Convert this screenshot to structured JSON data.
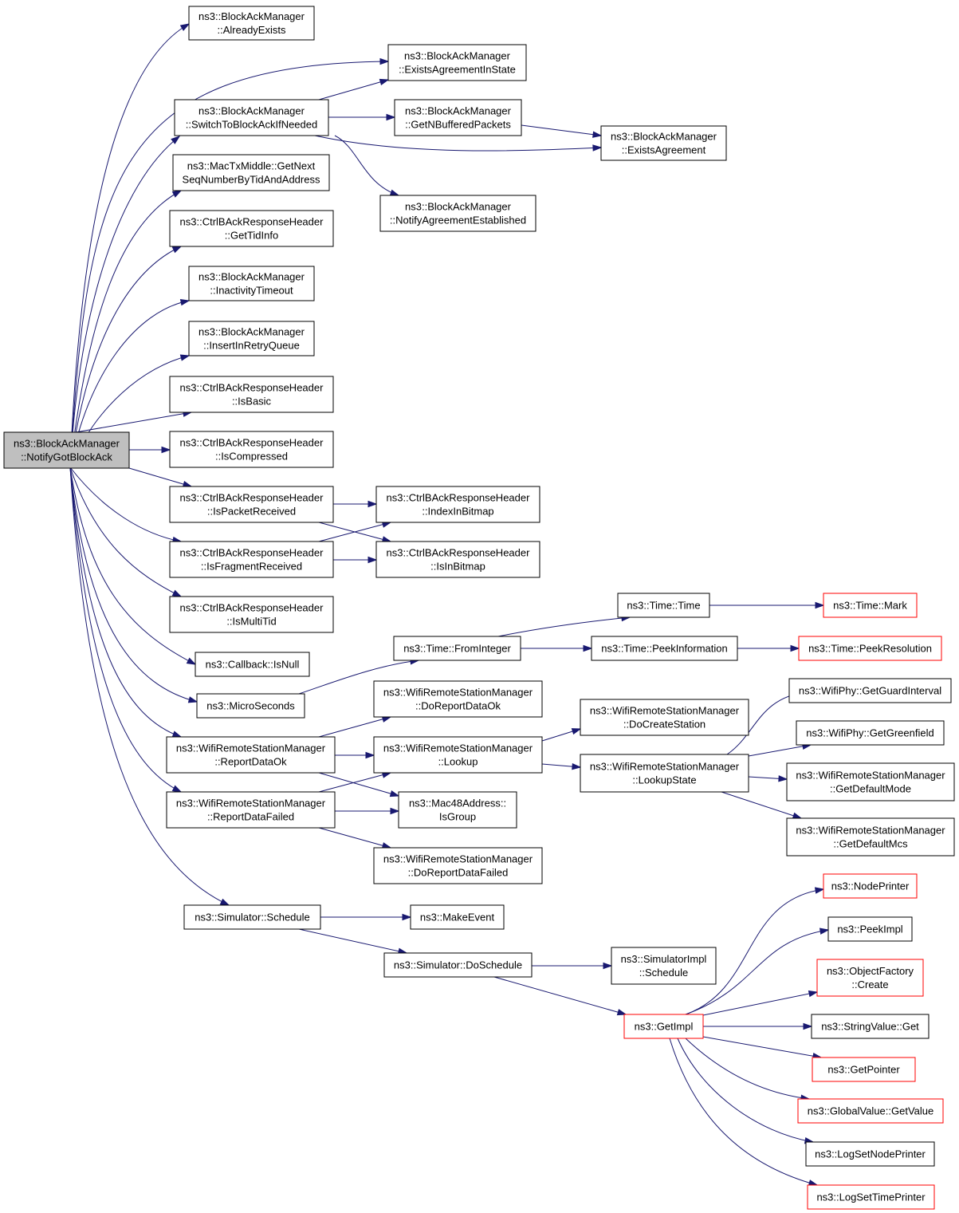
{
  "colors": {
    "edge": "#191970",
    "node_border": "#000000",
    "node_border_truncated": "#ff0000",
    "root_fill": "#bfbfbf",
    "node_fill": "#ffffff"
  },
  "nodes": [
    {
      "id": "root",
      "lines": [
        "ns3::BlockAckManager",
        "::NotifyGotBlockAck"
      ],
      "style": "root"
    },
    {
      "id": "alreadyExists",
      "lines": [
        "ns3::BlockAckManager",
        "::AlreadyExists"
      ],
      "style": "normal"
    },
    {
      "id": "existsAgreementInState",
      "lines": [
        "ns3::BlockAckManager",
        "::ExistsAgreementInState"
      ],
      "style": "normal"
    },
    {
      "id": "switchToBlockAck",
      "lines": [
        "ns3::BlockAckManager",
        "::SwitchToBlockAckIfNeeded"
      ],
      "style": "normal"
    },
    {
      "id": "getNBufferedPackets",
      "lines": [
        "ns3::BlockAckManager",
        "::GetNBufferedPackets"
      ],
      "style": "normal"
    },
    {
      "id": "existsAgreement",
      "lines": [
        "ns3::BlockAckManager",
        "::ExistsAgreement"
      ],
      "style": "normal"
    },
    {
      "id": "getNextSeq",
      "lines": [
        "ns3::MacTxMiddle::GetNext",
        "SeqNumberByTidAndAddress"
      ],
      "style": "normal"
    },
    {
      "id": "notifyAgreementEstablished",
      "lines": [
        "ns3::BlockAckManager",
        "::NotifyAgreementEstablished"
      ],
      "style": "normal"
    },
    {
      "id": "getTidInfo",
      "lines": [
        "ns3::CtrlBAckResponseHeader",
        "::GetTidInfo"
      ],
      "style": "normal"
    },
    {
      "id": "inactivityTimeout",
      "lines": [
        "ns3::BlockAckManager",
        "::InactivityTimeout"
      ],
      "style": "normal"
    },
    {
      "id": "insertInRetryQueue",
      "lines": [
        "ns3::BlockAckManager",
        "::InsertInRetryQueue"
      ],
      "style": "normal"
    },
    {
      "id": "isBasic",
      "lines": [
        "ns3::CtrlBAckResponseHeader",
        "::IsBasic"
      ],
      "style": "normal"
    },
    {
      "id": "isCompressed",
      "lines": [
        "ns3::CtrlBAckResponseHeader",
        "::IsCompressed"
      ],
      "style": "normal"
    },
    {
      "id": "isPacketReceived",
      "lines": [
        "ns3::CtrlBAckResponseHeader",
        "::IsPacketReceived"
      ],
      "style": "normal"
    },
    {
      "id": "indexInBitmap",
      "lines": [
        "ns3::CtrlBAckResponseHeader",
        "::IndexInBitmap"
      ],
      "style": "normal"
    },
    {
      "id": "isFragmentReceived",
      "lines": [
        "ns3::CtrlBAckResponseHeader",
        "::IsFragmentReceived"
      ],
      "style": "normal"
    },
    {
      "id": "isInBitmap",
      "lines": [
        "ns3::CtrlBAckResponseHeader",
        "::IsInBitmap"
      ],
      "style": "normal"
    },
    {
      "id": "isMultiTid",
      "lines": [
        "ns3::CtrlBAckResponseHeader",
        "::IsMultiTid"
      ],
      "style": "normal"
    },
    {
      "id": "timeTime",
      "lines": [
        "ns3::Time::Time"
      ],
      "style": "normal"
    },
    {
      "id": "timeMark",
      "lines": [
        "ns3::Time::Mark"
      ],
      "style": "truncated"
    },
    {
      "id": "fromInteger",
      "lines": [
        "ns3::Time::FromInteger"
      ],
      "style": "normal"
    },
    {
      "id": "peekInformation",
      "lines": [
        "ns3::Time::PeekInformation"
      ],
      "style": "normal"
    },
    {
      "id": "peekResolution",
      "lines": [
        "ns3::Time::PeekResolution"
      ],
      "style": "truncated"
    },
    {
      "id": "callbackIsNull",
      "lines": [
        "ns3::Callback::IsNull"
      ],
      "style": "normal"
    },
    {
      "id": "microSeconds",
      "lines": [
        "ns3::MicroSeconds"
      ],
      "style": "normal"
    },
    {
      "id": "doReportDataOk",
      "lines": [
        "ns3::WifiRemoteStationManager",
        "::DoReportDataOk"
      ],
      "style": "normal"
    },
    {
      "id": "getGuardInterval",
      "lines": [
        "ns3::WifiPhy::GetGuardInterval"
      ],
      "style": "normal"
    },
    {
      "id": "doCreateStation",
      "lines": [
        "ns3::WifiRemoteStationManager",
        "::DoCreateStation"
      ],
      "style": "normal"
    },
    {
      "id": "getGreenfield",
      "lines": [
        "ns3::WifiPhy::GetGreenfield"
      ],
      "style": "normal"
    },
    {
      "id": "reportDataOk",
      "lines": [
        "ns3::WifiRemoteStationManager",
        "::ReportDataOk"
      ],
      "style": "normal"
    },
    {
      "id": "lookup",
      "lines": [
        "ns3::WifiRemoteStationManager",
        "::Lookup"
      ],
      "style": "normal"
    },
    {
      "id": "lookupState",
      "lines": [
        "ns3::WifiRemoteStationManager",
        "::LookupState"
      ],
      "style": "normal"
    },
    {
      "id": "getDefaultMode",
      "lines": [
        "ns3::WifiRemoteStationManager",
        "::GetDefaultMode"
      ],
      "style": "normal"
    },
    {
      "id": "reportDataFailed",
      "lines": [
        "ns3::WifiRemoteStationManager",
        "::ReportDataFailed"
      ],
      "style": "normal"
    },
    {
      "id": "isGroup",
      "lines": [
        "ns3::Mac48Address::",
        "IsGroup"
      ],
      "style": "normal"
    },
    {
      "id": "getDefaultMcs",
      "lines": [
        "ns3::WifiRemoteStationManager",
        "::GetDefaultMcs"
      ],
      "style": "normal"
    },
    {
      "id": "doReportDataFailed",
      "lines": [
        "ns3::WifiRemoteStationManager",
        "::DoReportDataFailed"
      ],
      "style": "normal"
    },
    {
      "id": "nodePrinter",
      "lines": [
        "ns3::NodePrinter"
      ],
      "style": "truncated"
    },
    {
      "id": "simSchedule",
      "lines": [
        "ns3::Simulator::Schedule"
      ],
      "style": "normal"
    },
    {
      "id": "makeEvent",
      "lines": [
        "ns3::MakeEvent"
      ],
      "style": "normal"
    },
    {
      "id": "peekImpl",
      "lines": [
        "ns3::PeekImpl"
      ],
      "style": "normal"
    },
    {
      "id": "doSchedule",
      "lines": [
        "ns3::Simulator::DoSchedule"
      ],
      "style": "normal"
    },
    {
      "id": "simImplSchedule",
      "lines": [
        "ns3::SimulatorImpl",
        "::Schedule"
      ],
      "style": "normal"
    },
    {
      "id": "objectFactoryCreate",
      "lines": [
        "ns3::ObjectFactory",
        "::Create"
      ],
      "style": "truncated"
    },
    {
      "id": "getImpl",
      "lines": [
        "ns3::GetImpl"
      ],
      "style": "truncated"
    },
    {
      "id": "stringValueGet",
      "lines": [
        "ns3::StringValue::Get"
      ],
      "style": "normal"
    },
    {
      "id": "getPointer",
      "lines": [
        "ns3::GetPointer"
      ],
      "style": "truncated"
    },
    {
      "id": "globalValueGetValue",
      "lines": [
        "ns3::GlobalValue::GetValue"
      ],
      "style": "truncated"
    },
    {
      "id": "logSetNodePrinter",
      "lines": [
        "ns3::LogSetNodePrinter"
      ],
      "style": "normal"
    },
    {
      "id": "logSetTimePrinter",
      "lines": [
        "ns3::LogSetTimePrinter"
      ],
      "style": "truncated"
    }
  ],
  "edges": [
    [
      "root",
      "alreadyExists"
    ],
    [
      "root",
      "existsAgreementInState"
    ],
    [
      "root",
      "switchToBlockAck"
    ],
    [
      "root",
      "getNextSeq"
    ],
    [
      "root",
      "getTidInfo"
    ],
    [
      "root",
      "inactivityTimeout"
    ],
    [
      "root",
      "insertInRetryQueue"
    ],
    [
      "root",
      "isBasic"
    ],
    [
      "root",
      "isCompressed"
    ],
    [
      "root",
      "isPacketReceived"
    ],
    [
      "root",
      "isFragmentReceived"
    ],
    [
      "root",
      "isMultiTid"
    ],
    [
      "root",
      "callbackIsNull"
    ],
    [
      "root",
      "microSeconds"
    ],
    [
      "root",
      "reportDataOk"
    ],
    [
      "root",
      "reportDataFailed"
    ],
    [
      "root",
      "simSchedule"
    ],
    [
      "switchToBlockAck",
      "existsAgreementInState"
    ],
    [
      "switchToBlockAck",
      "getNBufferedPackets"
    ],
    [
      "switchToBlockAck",
      "existsAgreement"
    ],
    [
      "switchToBlockAck",
      "notifyAgreementEstablished"
    ],
    [
      "getNBufferedPackets",
      "existsAgreement"
    ],
    [
      "isPacketReceived",
      "indexInBitmap"
    ],
    [
      "isPacketReceived",
      "isInBitmap"
    ],
    [
      "isFragmentReceived",
      "indexInBitmap"
    ],
    [
      "isFragmentReceived",
      "isInBitmap"
    ],
    [
      "microSeconds",
      "fromInteger"
    ],
    [
      "fromInteger",
      "timeTime"
    ],
    [
      "fromInteger",
      "peekInformation"
    ],
    [
      "timeTime",
      "timeMark"
    ],
    [
      "peekInformation",
      "peekResolution"
    ],
    [
      "reportDataOk",
      "doReportDataOk"
    ],
    [
      "reportDataOk",
      "lookup"
    ],
    [
      "reportDataOk",
      "isGroup"
    ],
    [
      "reportDataFailed",
      "lookup"
    ],
    [
      "reportDataFailed",
      "isGroup"
    ],
    [
      "reportDataFailed",
      "doReportDataFailed"
    ],
    [
      "lookup",
      "doCreateStation"
    ],
    [
      "lookup",
      "lookupState"
    ],
    [
      "lookupState",
      "getGuardInterval"
    ],
    [
      "lookupState",
      "getGreenfield"
    ],
    [
      "lookupState",
      "getDefaultMode"
    ],
    [
      "lookupState",
      "getDefaultMcs"
    ],
    [
      "simSchedule",
      "makeEvent"
    ],
    [
      "simSchedule",
      "doSchedule"
    ],
    [
      "doSchedule",
      "simImplSchedule"
    ],
    [
      "doSchedule",
      "getImpl"
    ],
    [
      "getImpl",
      "nodePrinter"
    ],
    [
      "getImpl",
      "peekImpl"
    ],
    [
      "getImpl",
      "objectFactoryCreate"
    ],
    [
      "getImpl",
      "stringValueGet"
    ],
    [
      "getImpl",
      "getPointer"
    ],
    [
      "getImpl",
      "globalValueGetValue"
    ],
    [
      "getImpl",
      "logSetNodePrinter"
    ],
    [
      "getImpl",
      "logSetTimePrinter"
    ]
  ]
}
